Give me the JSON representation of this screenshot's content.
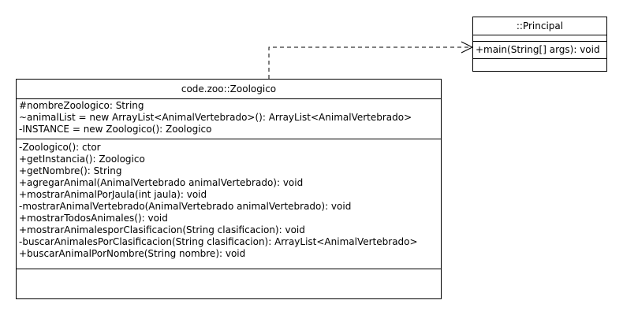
{
  "classes": {
    "principal": {
      "name": "::Principal",
      "attributes": [],
      "operations": [
        "+main(String[] args): void"
      ]
    },
    "zoologico": {
      "name": "code.zoo::Zoologico",
      "attributes": [
        "#nombreZoologico: String",
        "~animalList = new ArrayList<AnimalVertebrado>(): ArrayList<AnimalVertebrado>",
        "-INSTANCE = new Zoologico(): Zoologico"
      ],
      "operations": [
        "-Zoologico(): ctor",
        "+getInstancia(): Zoologico",
        "+getNombre(): String",
        "+agregarAnimal(AnimalVertebrado animalVertebrado): void",
        "+mostrarAnimalPorJaula(int jaula): void",
        "-mostrarAnimalVertebrado(AnimalVertebrado animalVertebrado): void",
        "+mostrarTodosAnimales(): void",
        "+mostrarAnimalesporClasificacion(String clasificacion): void",
        "-buscarAnimalesPorClasificacion(String clasificacion): ArrayList<AnimalVertebrado>",
        "+buscarAnimalPorNombre(String nombre): void"
      ]
    }
  },
  "relationships": [
    {
      "from": "zoologico",
      "to": "principal",
      "type": "dependency",
      "label": ""
    }
  ],
  "colors": {
    "line": "#000000",
    "background": "#ffffff"
  }
}
